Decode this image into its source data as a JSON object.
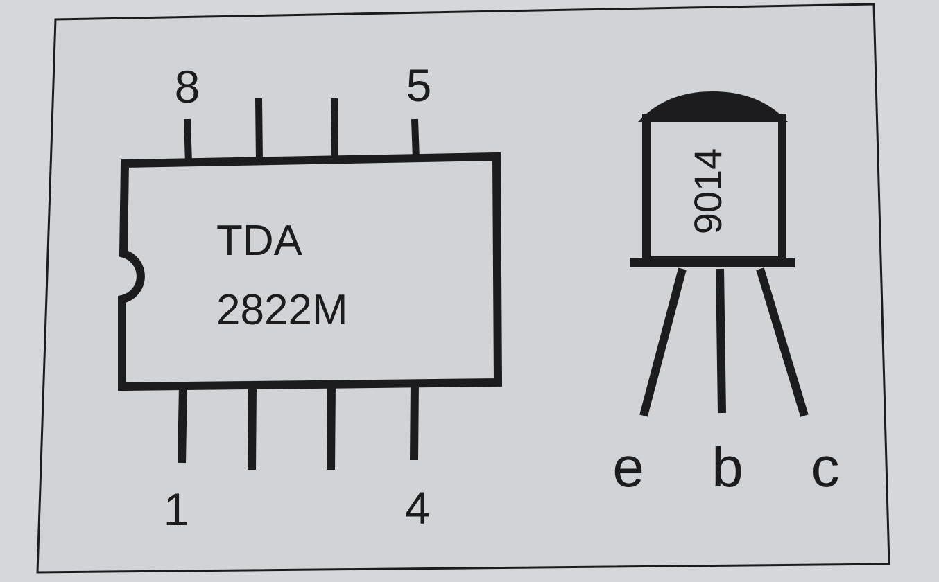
{
  "ic": {
    "name_line1": "TDA",
    "name_line2": "2822M",
    "pin_labels": {
      "top_left": "8",
      "top_right": "5",
      "bottom_left": "1",
      "bottom_right": "4"
    }
  },
  "transistor": {
    "marking": "9014",
    "leads": [
      "e",
      "b",
      "c"
    ]
  },
  "colors": {
    "paper": "#d6d7db",
    "panel": "#d2d3d7",
    "ink": "#1c1c1e"
  }
}
